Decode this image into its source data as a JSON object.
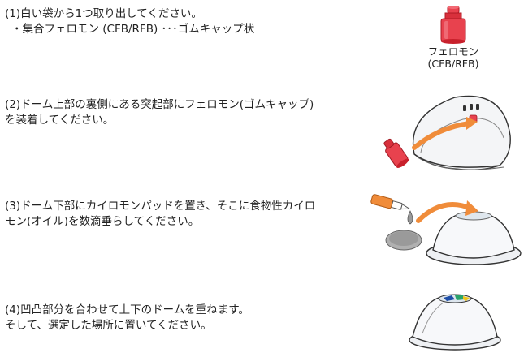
{
  "steps": [
    {
      "lines": [
        "(1)白い袋から1つ取り出してください。",
        "・集合フェロモン (CFB/RFB) ･･･ゴムキャップ状"
      ]
    },
    {
      "lines": [
        "(2)ドーム上部の裏側にある突起部にフェロモン(ゴムキャップ)",
        "を装着してください。"
      ]
    },
    {
      "lines": [
        "(3)ドーム下部にカイロモンパッドを置き、そこに食物性カイロ",
        "モン(オイル)を数滴垂らしてください。"
      ]
    },
    {
      "lines": [
        "(4)凹凸部分を合わせて上下のドームを重ねます。",
        "そして、選定した場所に置いてください。"
      ]
    }
  ],
  "figure_caption": {
    "line1": "フェロモン",
    "line2": "(CFB/RFB)"
  },
  "colors": {
    "cap_red": "#e8424e",
    "cap_dark": "#c8202c",
    "arrow_orange": "#f08c3a",
    "pad_gray": "#9a9a9a",
    "dome_outline": "#333333",
    "dome_fill": "#f4f5f7"
  }
}
